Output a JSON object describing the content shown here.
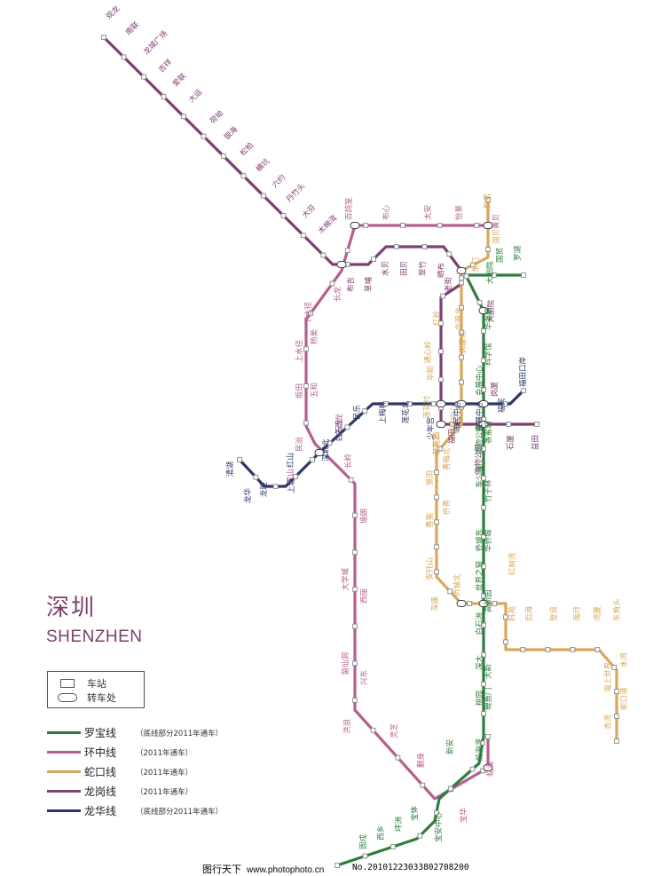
{
  "title_cn": "深圳",
  "title_en": "SHENZHEN",
  "key": {
    "station": "车站",
    "transfer": "转车处"
  },
  "lines": [
    {
      "id": "luobao",
      "name": "罗宝线",
      "note": "（底线部分2011年通车）",
      "color": "#2e7d3c"
    },
    {
      "id": "huanzhong",
      "name": "环中线",
      "note": "（2011年通车）",
      "color": "#b65f8f"
    },
    {
      "id": "shekou",
      "name": "蛇口线",
      "note": "（2011年通车）",
      "color": "#d9a85a"
    },
    {
      "id": "longgang",
      "name": "龙岗线",
      "note": "（2011年通车）",
      "color": "#7e3f73"
    },
    {
      "id": "longhua",
      "name": "龙华线",
      "note": "（底线部分2011年通车）",
      "color": "#2c3768"
    }
  ],
  "stations": {
    "longgang": [
      "观龙",
      "南联",
      "龙城广场",
      "吉祥",
      "爱联",
      "大运",
      "荷坳",
      "银海",
      "松柏",
      "横坑",
      "六约",
      "丹竹头",
      "大芬",
      "木棉湾",
      "布吉",
      "草埔",
      "水贝",
      "田贝",
      "翠竹",
      "晒布",
      "老街",
      "大剧院",
      "岗厦",
      "福田",
      "购物公园",
      "石厦",
      "益田"
    ],
    "huanzhong": [
      "百鸽笼",
      "布心",
      "太安",
      "怡景",
      "黄贝",
      "长龙",
      "下水径",
      "上水径",
      "杨美",
      "坂田",
      "五和",
      "民治",
      "白石龙",
      "红山",
      "长岭",
      "塘朗",
      "大学城",
      "西丽",
      "留仙洞",
      "兴东",
      "洪浪",
      "灵芝",
      "翻身",
      "宝华",
      "临海"
    ],
    "shekou": [
      "新秀",
      "东门",
      "湖贝",
      "红岭",
      "通心岭",
      "华强北",
      "华新",
      "莲花村",
      "岗厦北",
      "市民中心",
      "少年宫",
      "莲花西",
      "景田",
      "香梅北",
      "香蜜",
      "侨香",
      "安托山",
      "深康",
      "侨城北",
      "红树湾",
      "科苑",
      "后海",
      "登良",
      "海月",
      "湾厦",
      "东角头",
      "水湾",
      "海上世界",
      "蛇口港",
      "赤湾"
    ],
    "luobao": [
      "罗湖",
      "国贸",
      "大剧院",
      "华强路",
      "科学馆",
      "会展中心",
      "购物公园",
      "香蜜湖",
      "车公庙",
      "竹子林",
      "侨城东",
      "华侨城",
      "世界之窗",
      "白石洲",
      "高新园",
      "深大",
      "桃园",
      "大新",
      "鲤鱼门",
      "前海湾",
      "新安",
      "宝安中心",
      "宝体",
      "坪洲",
      "西乡",
      "固戍"
    ],
    "longhua": [
      "清湖",
      "龙华",
      "龙胜",
      "上塘",
      "红山",
      "深圳北",
      "白石龙",
      "民乐",
      "上梅林",
      "莲花北",
      "少年宫",
      "市民中心",
      "会展中心",
      "福民",
      "福田口岸"
    ]
  },
  "watermark": {
    "left": "图行天下",
    "url": "www.photophoto.cn",
    "id": "No.20101223033802708200"
  }
}
